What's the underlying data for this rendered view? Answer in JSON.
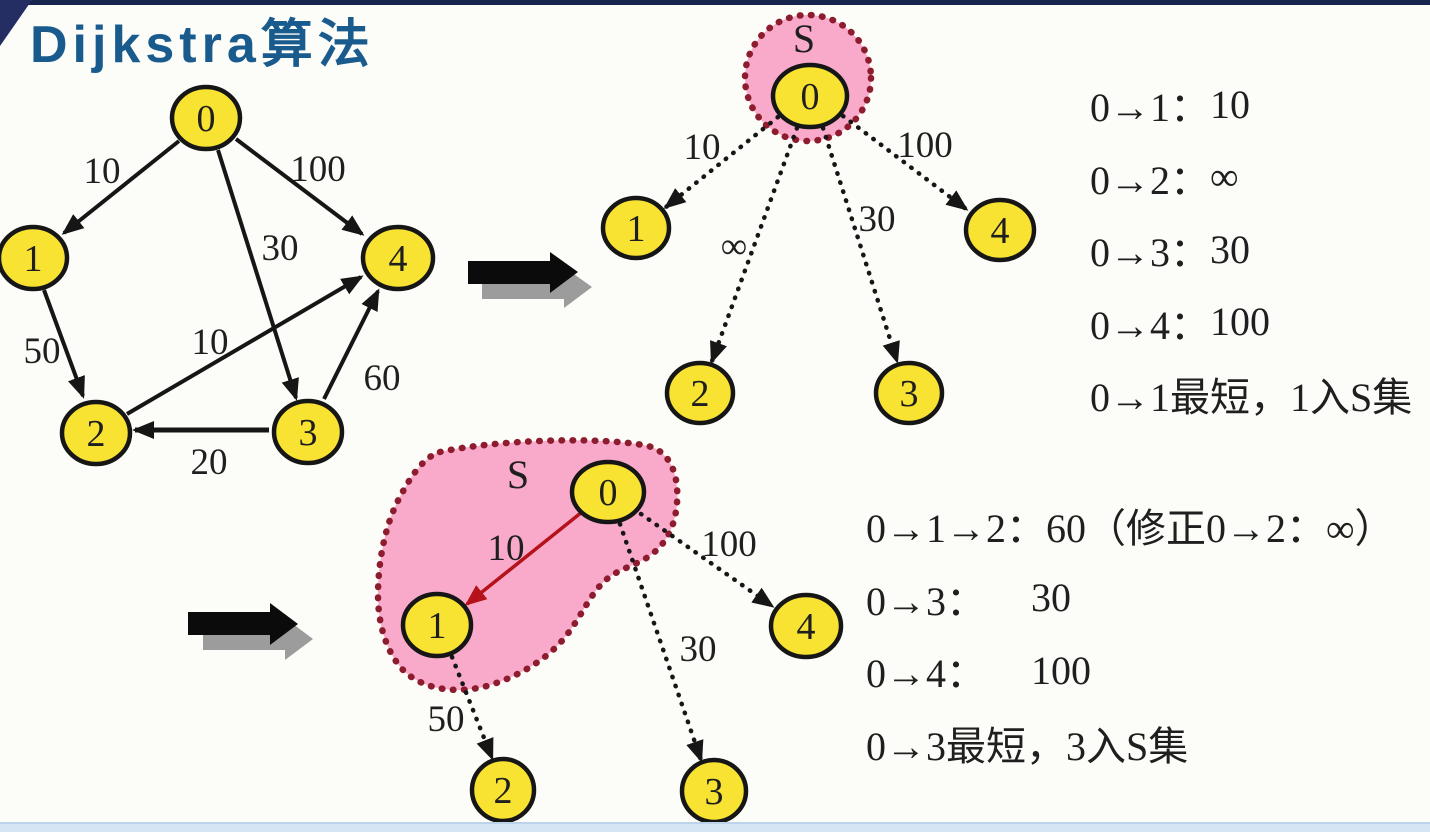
{
  "title": "Dijkstra算法",
  "colors": {
    "title_blue": "#1a5b8e",
    "node_fill": "#f8e332",
    "node_stroke": "#161616",
    "set_region_fill": "#f9a9c9",
    "set_region_dots": "#8c1c2e",
    "set_label_red": "#d34a67",
    "chosen_edge_red": "#b5121b",
    "bottom_strip_blue": "#d5e5f3",
    "top_strip_navy": "#17244e"
  },
  "graph_original": {
    "nodes": [
      "0",
      "1",
      "2",
      "3",
      "4"
    ],
    "edges": [
      {
        "from": "0",
        "to": "1",
        "weight": "10"
      },
      {
        "from": "0",
        "to": "3",
        "weight": "30"
      },
      {
        "from": "0",
        "to": "4",
        "weight": "100"
      },
      {
        "from": "1",
        "to": "2",
        "weight": "50"
      },
      {
        "from": "2",
        "to": "4",
        "weight": "10"
      },
      {
        "from": "3",
        "to": "2",
        "weight": "20"
      },
      {
        "from": "3",
        "to": "4",
        "weight": "60"
      }
    ]
  },
  "step1": {
    "set_label": "S",
    "nodes": [
      "0",
      "1",
      "2",
      "3",
      "4"
    ],
    "edges": [
      {
        "from": "0",
        "to": "1",
        "weight": "10"
      },
      {
        "from": "0",
        "to": "2",
        "weight": "∞"
      },
      {
        "from": "0",
        "to": "3",
        "weight": "30"
      },
      {
        "from": "0",
        "to": "4",
        "weight": "100"
      }
    ]
  },
  "step2": {
    "set_label": "S",
    "nodes": [
      "0",
      "1",
      "2",
      "3",
      "4"
    ],
    "edges": [
      {
        "from": "0",
        "to": "1",
        "weight": "10",
        "type": "chosen"
      },
      {
        "from": "0",
        "to": "3",
        "weight": "30"
      },
      {
        "from": "0",
        "to": "4",
        "weight": "100"
      },
      {
        "from": "1",
        "to": "2",
        "weight": "50"
      }
    ]
  },
  "notes_step1": {
    "rows": [
      {
        "path": "0→1：",
        "value": "10"
      },
      {
        "path": "0→2：",
        "value": "∞"
      },
      {
        "path": "0→3：",
        "value": "30"
      },
      {
        "path": "0→4：",
        "value": "100"
      }
    ],
    "summary": "0→1最短，1入S集"
  },
  "notes_step2": {
    "rows": [
      {
        "path": "0→1→2：",
        "value": "60（修正0→2：∞）"
      },
      {
        "path": "0→3：",
        "value": "30"
      },
      {
        "path": "0→4：",
        "value": "100"
      }
    ],
    "summary": "0→3最短，3入S集"
  }
}
